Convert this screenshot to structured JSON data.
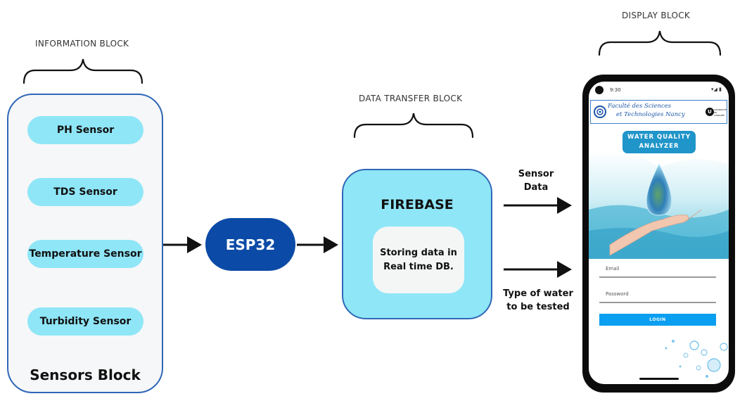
{
  "captions": {
    "information_block": "INFORMATION BLOCK",
    "data_transfer_block": "DATA TRANSFER BLOCK",
    "display_block": "DISPLAY BLOCK"
  },
  "sensors": {
    "items": [
      "PH Sensor",
      "TDS Sensor",
      "Temperature Sensor",
      "Turbidity Sensor"
    ],
    "title": "Sensors Block"
  },
  "esp32": {
    "label": "ESP32"
  },
  "firebase": {
    "title": "FIREBASE",
    "inner_line1": "Storing data in",
    "inner_line2": "Real time DB."
  },
  "arrows": {
    "top_label_line1": "Sensor",
    "top_label_line2": "Data",
    "bottom_label_line1": "Type of water",
    "bottom_label_line2": "to be tested"
  },
  "phone": {
    "status_time": "9:30",
    "faculty_line1": "Faculté des Sciences",
    "faculty_line2": "et Technologies Nancy",
    "univ_badge": "U",
    "univ_text": "UNIVERSITÉ DE LORRAINE",
    "app_title_line1": "WATER QUALITY",
    "app_title_line2": "ANALYZER",
    "email_label": "Email",
    "password_label": "Password",
    "login_label": "LOGIN"
  },
  "colors": {
    "pill": "#8fe6f7",
    "panel_border": "#2f67b7",
    "esp32": "#0b4aa6",
    "firebase": "#8fe6f7",
    "login_button": "#0a9ff0"
  }
}
